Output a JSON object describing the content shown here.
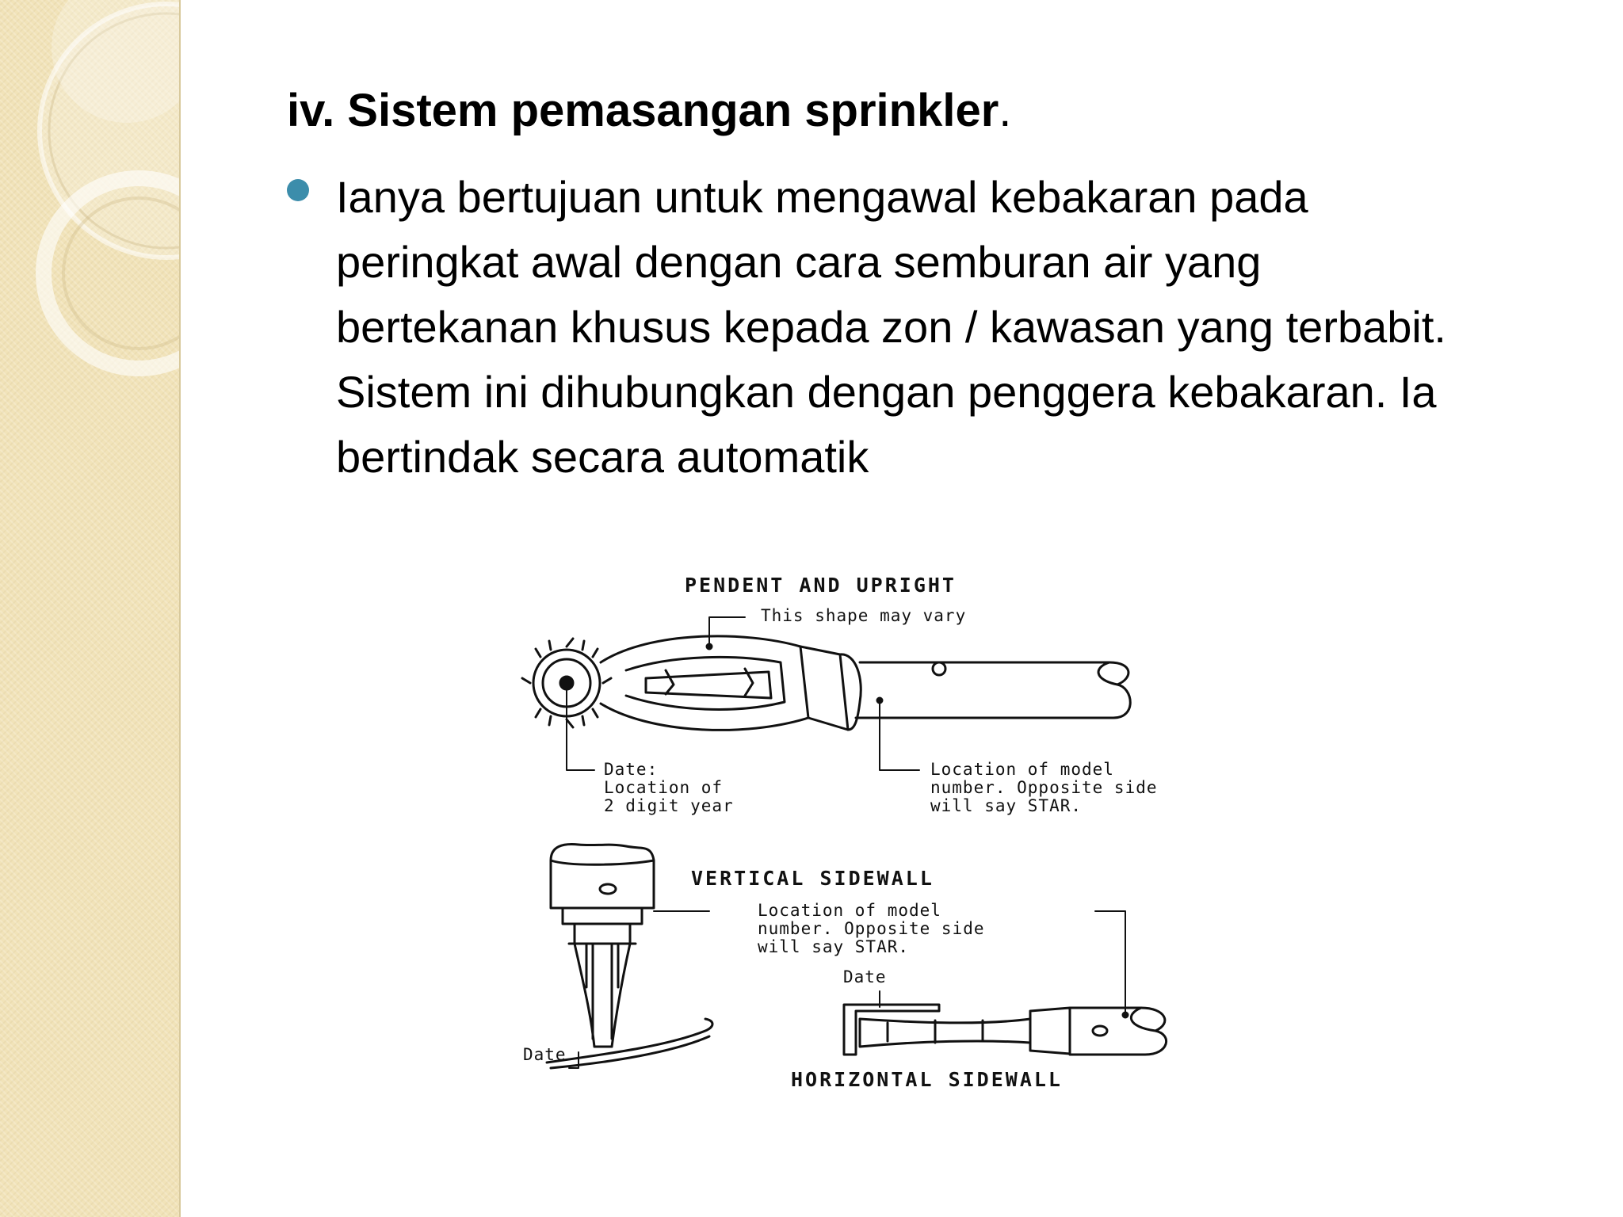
{
  "slide": {
    "title": "iv. Sistem pemasangan sprinkler",
    "title_punct": ".",
    "bullet": {
      "lines": [
        "Ianya bertujuan untuk mengawal kebakaran pada",
        "peringkat awal dengan cara semburan air yang",
        "bertekanan khusus  kepada zon / kawasan yang terbabit.",
        "Sistem ini dihubungkan dengan penggera kebakaran. Ia",
        "bertindak secara automatik"
      ]
    }
  },
  "figure": {
    "heading_top": "PENDENT AND UPRIGHT",
    "shape_note": "This shape may vary",
    "date_note": "Date:\nLocation of\n2 digit year",
    "model_note_top": "Location of model\nnumber. Opposite side\nwill say STAR.",
    "heading_vertical": "VERTICAL SIDEWALL",
    "model_note_bottom": "Location of model\nnumber. Opposite side\nwill say STAR.",
    "date_label_right": "Date",
    "date_label_left": "Date",
    "heading_horizontal": "HORIZONTAL SIDEWALL"
  },
  "colors": {
    "bullet": "#3c8dab",
    "side_panel": "#f1e3b9"
  }
}
